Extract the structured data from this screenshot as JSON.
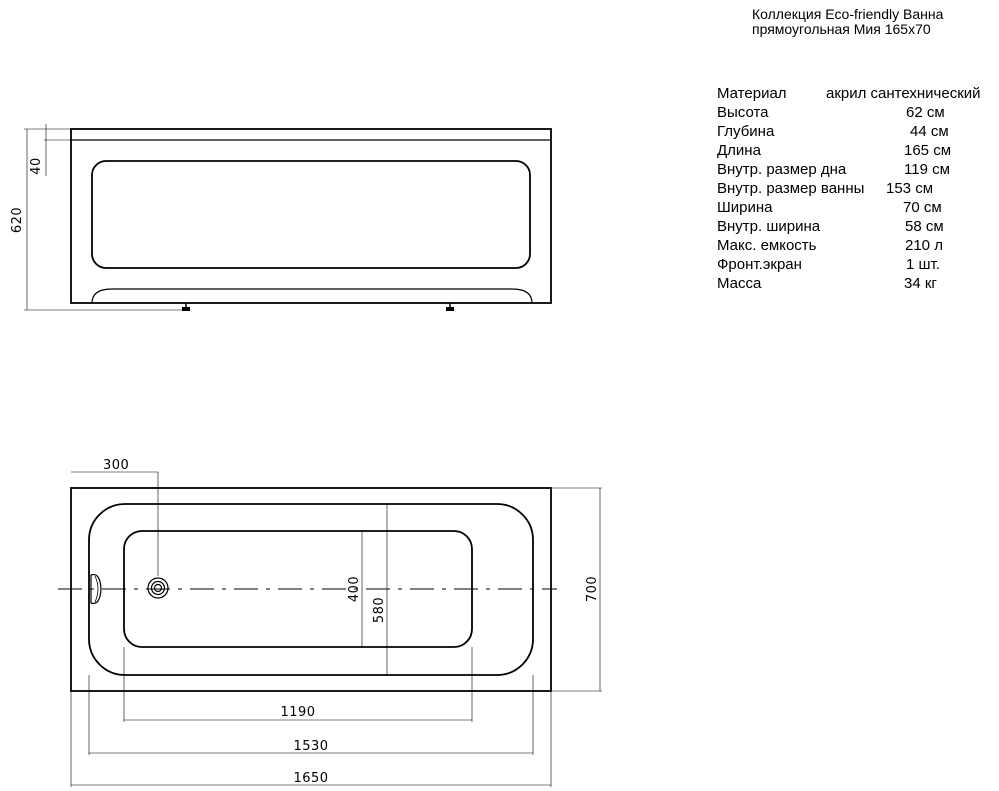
{
  "header": {
    "line1": "Коллекция Eco-friendly Ванна",
    "line2": "прямоугольная  Мия 165х70"
  },
  "specs": [
    {
      "label": "Материал",
      "value": "акрил сантехнический"
    },
    {
      "label": "Высота",
      "value": "62 см"
    },
    {
      "label": "Глубина",
      "value": "44 см"
    },
    {
      "label": "Длина",
      "value": "165 см"
    },
    {
      "label": "Внутр. размер дна",
      "value": "119 см"
    },
    {
      "label": "Внутр. размер ванны",
      "value": "153 см"
    },
    {
      "label": "Ширина",
      "value": "70 см"
    },
    {
      "label": "Внутр. ширина",
      "value": "58 см"
    },
    {
      "label": "Макс. емкость",
      "value": "210 л"
    },
    {
      "label": "Фронт.экран",
      "value": "1 шт."
    },
    {
      "label": "Масса",
      "value": "34 кг"
    }
  ],
  "front_view": {
    "dim_height": "620",
    "dim_rim": "40"
  },
  "top_view": {
    "dim_300": "300",
    "dim_400": "400",
    "dim_580": "580",
    "dim_700": "700",
    "dim_1190": "1190",
    "dim_1530": "1530",
    "dim_1650": "1650"
  }
}
